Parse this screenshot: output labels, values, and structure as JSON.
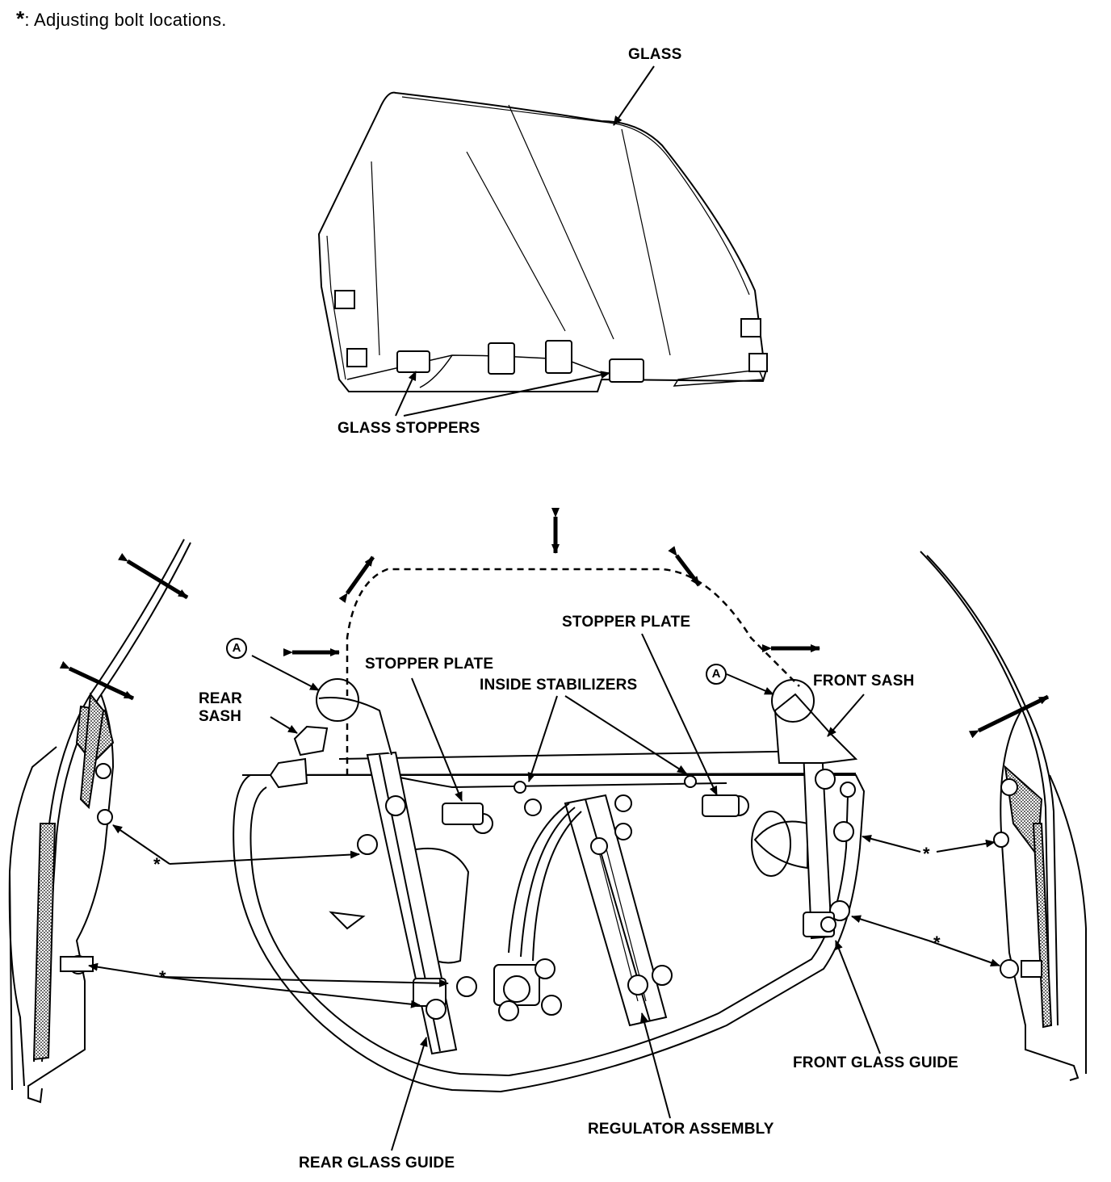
{
  "note": {
    "symbol": "*",
    "text": ": Adjusting bolt locations."
  },
  "labels": {
    "glass": "GLASS",
    "glass_stoppers": "GLASS STOPPERS",
    "stopper_plate_left": "STOPPER PLATE",
    "stopper_plate_right": "STOPPER PLATE",
    "inside_stabilizers": "INSIDE STABILIZERS",
    "rear_sash_line1": "REAR",
    "rear_sash_line2": "SASH",
    "front_sash": "FRONT SASH",
    "front_glass_guide": "FRONT GLASS GUIDE",
    "regulator_assembly": "REGULATOR ASSEMBLY",
    "rear_glass_guide": "REAR GLASS GUIDE",
    "detail_a_left": "A",
    "detail_a_right": "A",
    "asterisk_1": "*",
    "asterisk_2": "*",
    "asterisk_3": "*",
    "asterisk_4": "*"
  },
  "colors": {
    "ink": "#000000",
    "paper": "#ffffff"
  }
}
